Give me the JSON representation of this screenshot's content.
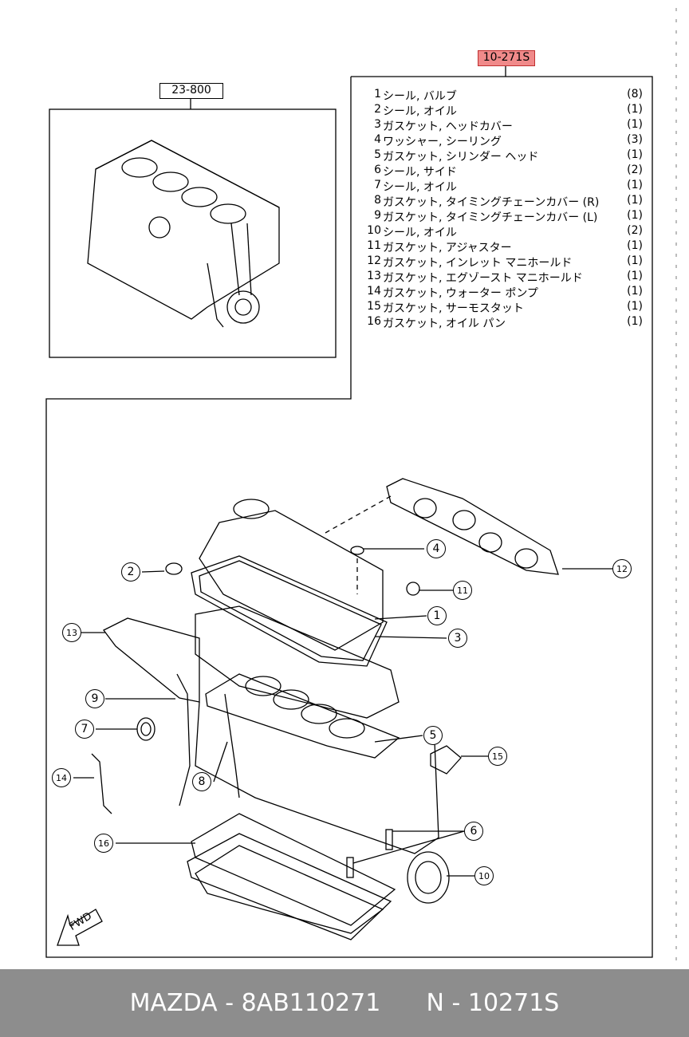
{
  "reference_label": "23-800",
  "kit_label": "10-271S",
  "parts": [
    {
      "num": "1",
      "name": "シール, バルブ",
      "qty": "(8)"
    },
    {
      "num": "2",
      "name": "シール, オイル",
      "qty": "(1)"
    },
    {
      "num": "3",
      "name": "ガスケット, ヘッドカバー",
      "qty": "(1)"
    },
    {
      "num": "4",
      "name": "ワッシャー, シーリング",
      "qty": "(3)"
    },
    {
      "num": "5",
      "name": "ガスケット, シリンダー ヘッド",
      "qty": "(1)"
    },
    {
      "num": "6",
      "name": "シール, サイド",
      "qty": "(2)"
    },
    {
      "num": "7",
      "name": "シール, オイル",
      "qty": "(1)"
    },
    {
      "num": "8",
      "name": "ガスケット, タイミングチェーンカバー (R)",
      "qty": "(1)"
    },
    {
      "num": "9",
      "name": "ガスケット, タイミングチェーンカバー (L)",
      "qty": "(1)"
    },
    {
      "num": "10",
      "name": "シール, オイル",
      "qty": "(2)"
    },
    {
      "num": "11",
      "name": "ガスケット, アジャスター",
      "qty": "(1)"
    },
    {
      "num": "12",
      "name": "ガスケット, インレット マニホールド",
      "qty": "(1)"
    },
    {
      "num": "13",
      "name": "ガスケット, エグゾースト マニホールド",
      "qty": "(1)"
    },
    {
      "num": "14",
      "name": "ガスケット, ウォーター ポンプ",
      "qty": "(1)"
    },
    {
      "num": "15",
      "name": "ガスケット, サーモスタット",
      "qty": "(1)"
    },
    {
      "num": "16",
      "name": "ガスケット, オイル パン",
      "qty": "(1)"
    }
  ],
  "callouts": [
    "1",
    "2",
    "3",
    "4",
    "5",
    "6",
    "7",
    "8",
    "9",
    "10",
    "11",
    "12",
    "13",
    "14",
    "15",
    "16"
  ],
  "fwd_label": "FWD",
  "footer": {
    "brand": "MAZDA - 8AB110271",
    "code": "N - 10271S"
  },
  "colors": {
    "kit_label_bg": "#f08a8a",
    "footer_bg": "#8d8d8d"
  }
}
